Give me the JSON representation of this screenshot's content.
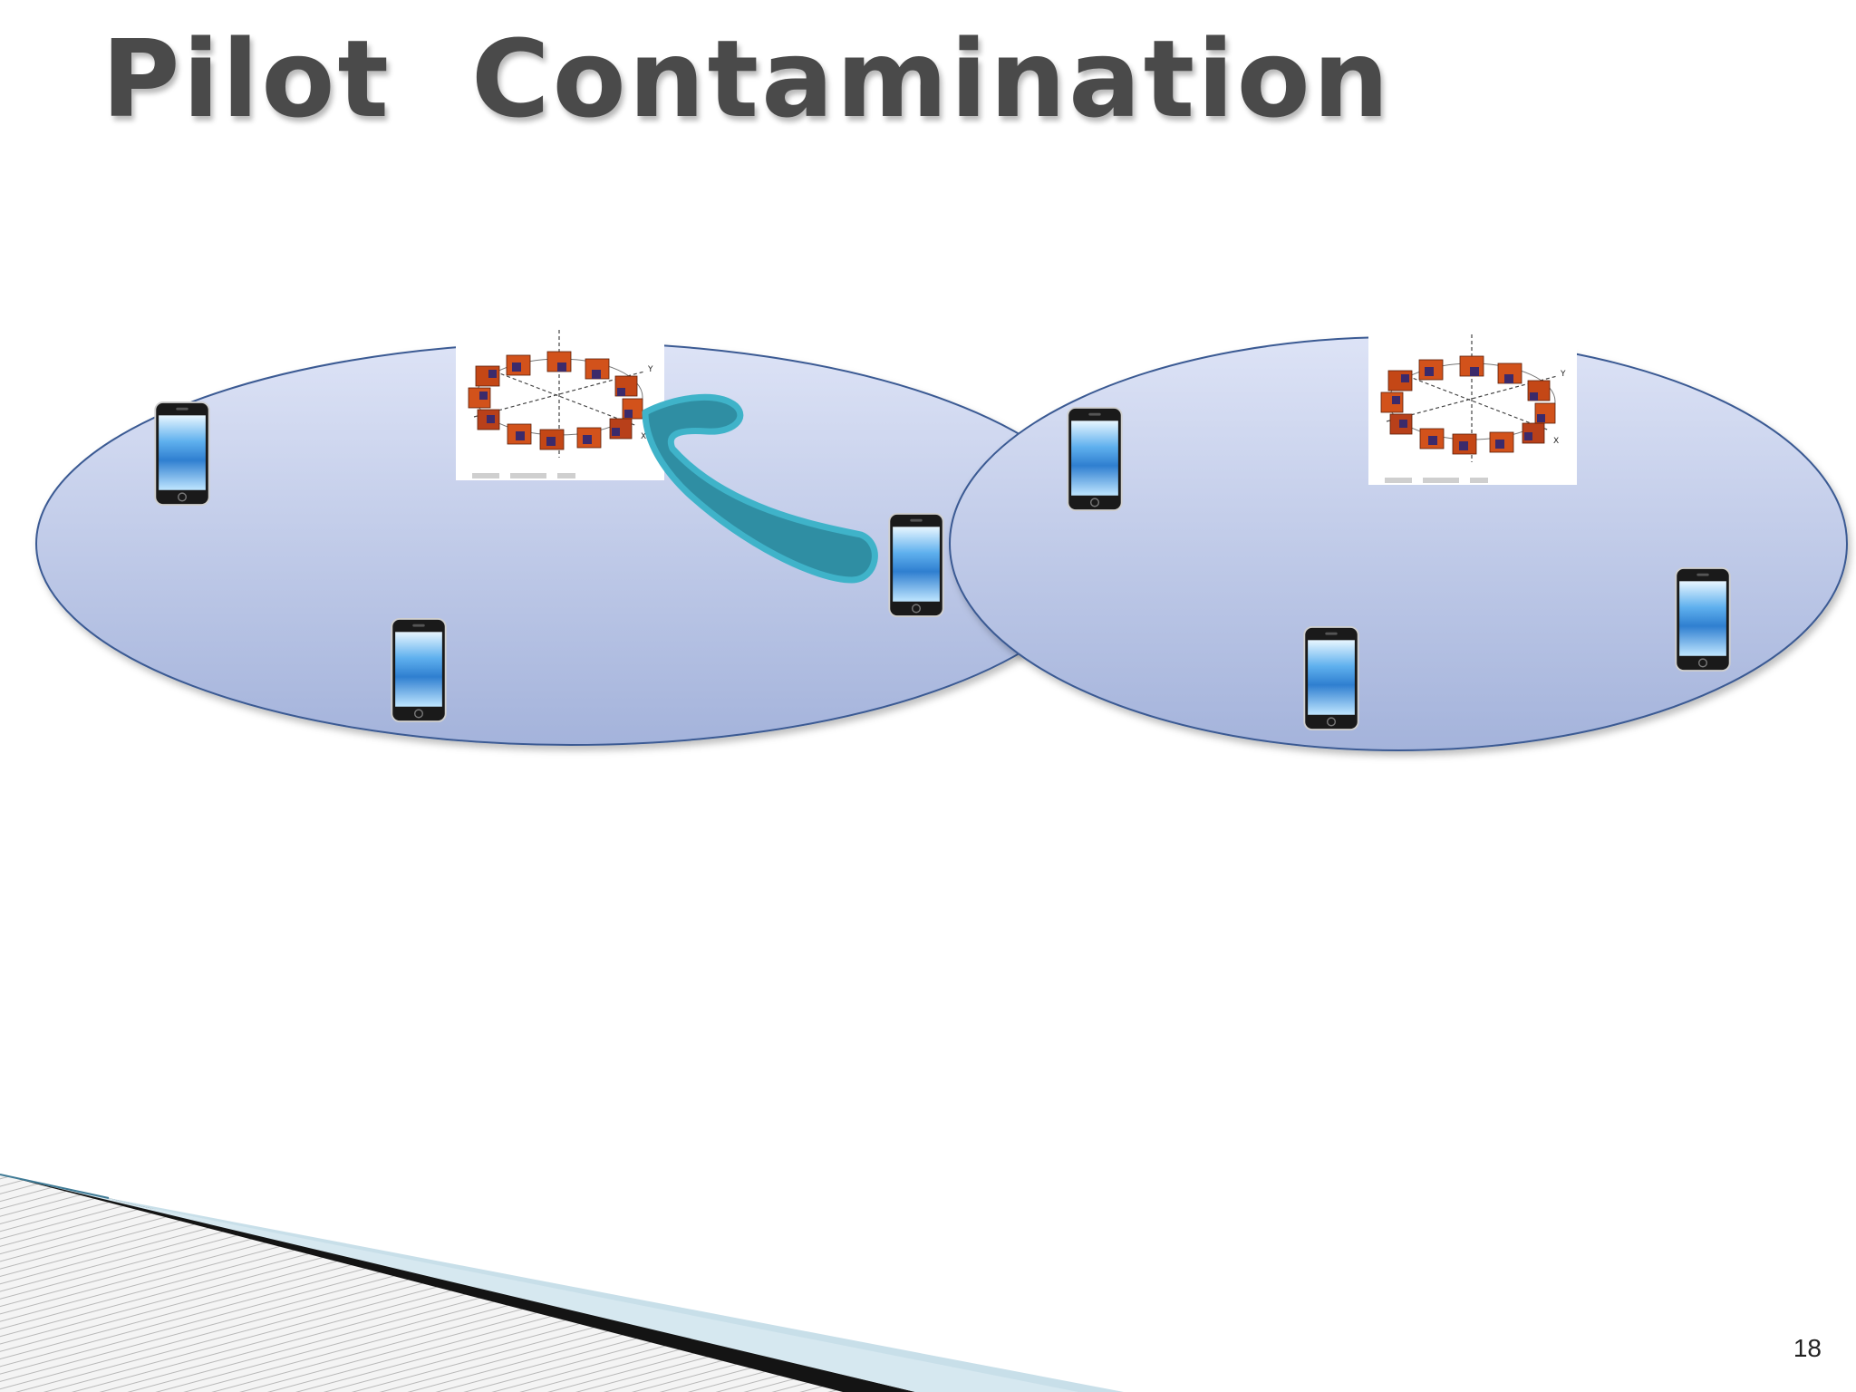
{
  "slide": {
    "title": "Pilot  Contamination",
    "page_number": "18"
  },
  "diagram": {
    "cells": [
      {
        "name": "cell-left",
        "base_station": {
          "icon": "antenna-array-icon",
          "axis_labels": [
            "Y",
            "X"
          ]
        },
        "user_devices": 3,
        "interference_beam": true
      },
      {
        "name": "cell-right",
        "base_station": {
          "icon": "antenna-array-icon",
          "axis_labels": [
            "Y",
            "X"
          ]
        },
        "user_devices": 3,
        "interference_beam": false
      }
    ],
    "interfering_device": "smartphone-icon",
    "colors": {
      "cell_fill_top": "#dde3f6",
      "cell_fill_bottom": "#a4b3db",
      "cell_stroke": "#3a5a93",
      "beam": "#2f8ea3",
      "beam_outline": "#3fb3c9",
      "antenna_element": "#d2521b",
      "antenna_dark": "#3b2a6b",
      "title": "#4a4a4a"
    }
  }
}
